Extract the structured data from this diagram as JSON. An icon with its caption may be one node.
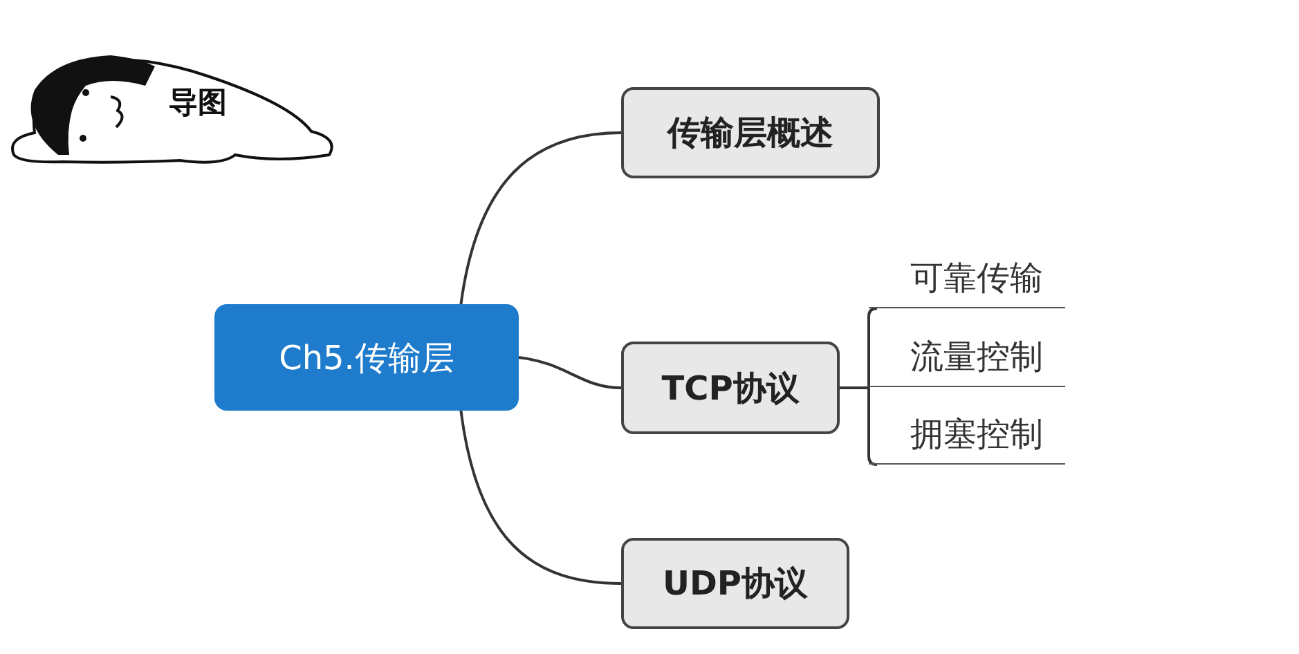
{
  "diagram": {
    "nodes": [
      {
        "text": [
          "Ch5.传输层"
        ]
      },
      {
        "text": [
          "传输层概述"
        ]
      },
      {
        "text": [
          "TCP协议"
        ]
      },
      {
        "text": [
          "UDP协议"
        ]
      },
      {
        "text": [
          "可靠传输"
        ]
      },
      {
        "text": [
          "流量控制"
        ]
      },
      {
        "text": [
          "拥塞控制"
        ]
      }
    ],
    "edges": [
      {
        "from": 0,
        "to": 1,
        "arrow": "none"
      },
      {
        "from": 0,
        "to": 2,
        "arrow": "none"
      },
      {
        "from": 0,
        "to": 3,
        "arrow": "none"
      },
      {
        "from": 2,
        "to": 4,
        "arrow": "none"
      },
      {
        "from": 2,
        "to": 5,
        "arrow": "none"
      },
      {
        "from": 2,
        "to": 6,
        "arrow": "none"
      }
    ],
    "labels": [
      "导图"
    ]
  }
}
